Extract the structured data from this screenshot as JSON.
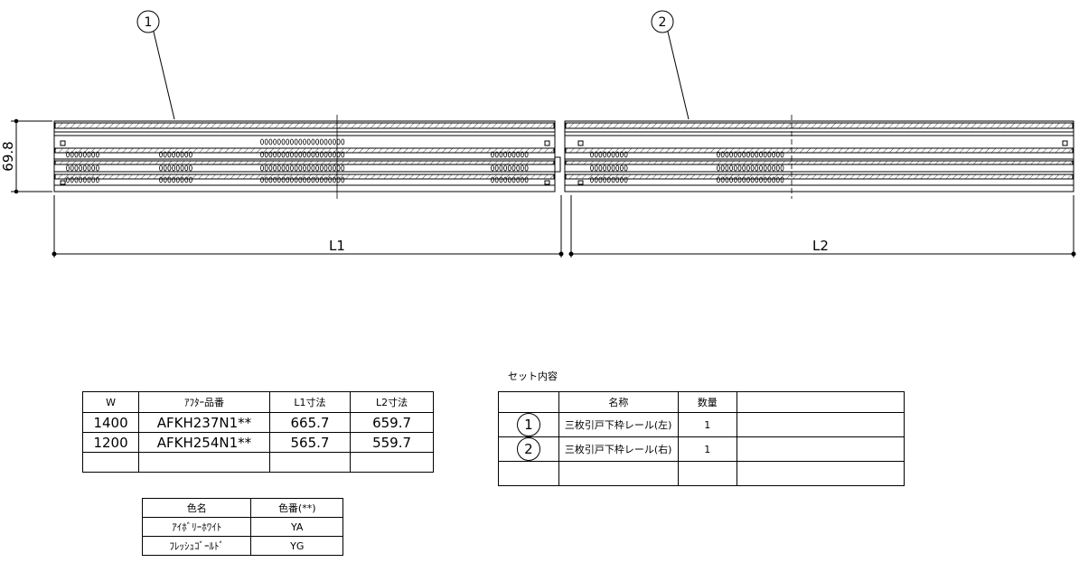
{
  "drawing": {
    "dimension_height": "69.8",
    "label_l1": "L1",
    "label_l2": "L2",
    "callout_1": "1",
    "callout_2": "2"
  },
  "sizes_table": {
    "headers": [
      "W",
      "ｱﾌﾀｰ品番",
      "L1寸法",
      "L2寸法"
    ],
    "rows": [
      [
        "1400",
        "AFKH237N1**",
        "665.7",
        "659.7"
      ],
      [
        "1200",
        "AFKH254N1**",
        "565.7",
        "559.7"
      ]
    ]
  },
  "colors_table": {
    "headers": [
      "色名",
      "色番(**)"
    ],
    "rows": [
      [
        "ｱｲﾎﾞﾘｰﾎﾜｲﾄ",
        "YA"
      ],
      [
        "ﾌﾚｯｼｭｺﾞｰﾙﾄﾞ",
        "YG"
      ]
    ]
  },
  "set_contents": {
    "title": "セット内容",
    "headers": [
      "",
      "名称",
      "数量",
      ""
    ],
    "rows": [
      {
        "no": "1",
        "name": "三枚引戸下枠レール(左)",
        "qty": "1"
      },
      {
        "no": "2",
        "name": "三枚引戸下枠レール(右)",
        "qty": "1"
      }
    ]
  }
}
